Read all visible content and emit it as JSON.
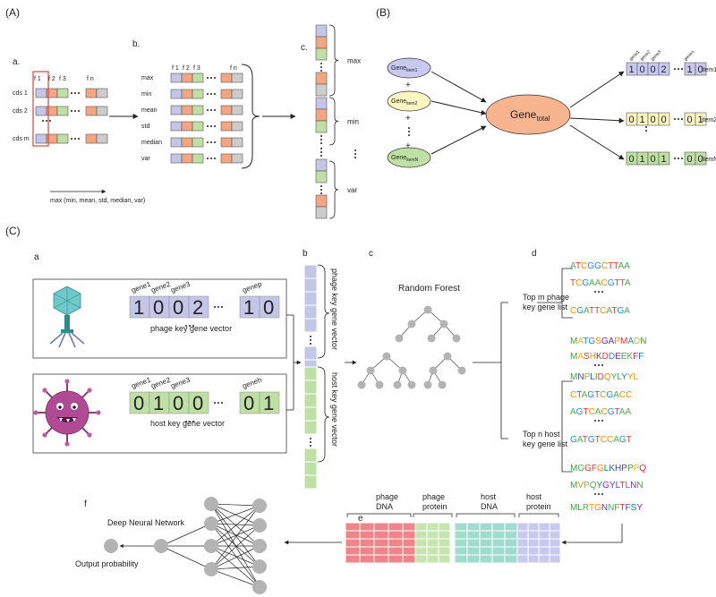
{
  "colors": {
    "purple": "#c4c6e8",
    "orange": "#f4a582",
    "green": "#bfe0a4",
    "gray": "#cccccc",
    "yellow": "#fbf6c2",
    "red_box": "#e0413c",
    "gene_total_fill": "#f6b48f",
    "dna_red": "#f0848a",
    "protein_green": "#c6e6b0",
    "dna_teal": "#9fdccf",
    "protein_lavender": "#c7c9ee",
    "node_gray": "#b3b3b3",
    "arrow": "#222222"
  },
  "panel_A": {
    "label": "(A)",
    "a": {
      "label": "a.",
      "features": [
        "f 1",
        "f 2",
        "f 3",
        "f n"
      ],
      "rows": [
        "cds 1",
        "cds 2",
        "cds m"
      ],
      "caption": "max (min, mean, std, median, var)"
    },
    "b": {
      "label": "b.",
      "features": [
        "f 1",
        "f 2",
        "f 3",
        "f n"
      ],
      "rows": [
        "max",
        "min",
        "mean",
        "std",
        "median",
        "var"
      ]
    },
    "c": {
      "label": "c.",
      "groups": [
        "max",
        "min",
        "var"
      ]
    }
  },
  "panel_B": {
    "label": "(B)",
    "items": [
      "Gene",
      "Gene",
      "Gene"
    ],
    "items_sub": [
      "item1",
      "item2",
      "itemN"
    ],
    "plus": "+",
    "total": "Gene",
    "total_sub": "total",
    "gene_headers": [
      "gene1",
      "gene2",
      "gene3",
      "genen"
    ],
    "vectors": [
      {
        "digits": [
          "1",
          "0",
          "0",
          "2"
        ],
        "tail": [
          "1",
          "0"
        ],
        "label": "item1"
      },
      {
        "digits": [
          "0",
          "1",
          "0",
          "0"
        ],
        "tail": [
          "0",
          "1"
        ],
        "label": "item2"
      },
      {
        "digits": [
          "0",
          "1",
          "0",
          "1"
        ],
        "tail": [
          "0",
          "0"
        ],
        "label": "itemN"
      }
    ]
  },
  "panel_C": {
    "label": "(C)",
    "a": {
      "label": "a",
      "phage": {
        "headers": [
          "gene1",
          "gene2",
          "gene3",
          "genep"
        ],
        "digits": [
          "1",
          "0",
          "0",
          "2"
        ],
        "tail": [
          "1",
          "0"
        ],
        "caption": "phage key gene vector"
      },
      "host": {
        "headers": [
          "gene1",
          "gene2",
          "gene3",
          "geneh"
        ],
        "digits": [
          "0",
          "1",
          "0",
          "0"
        ],
        "tail": [
          "0",
          "1"
        ],
        "caption": "host key gene vector"
      }
    },
    "b": {
      "label": "b",
      "phage_label": "phage key gene vector",
      "host_label": "host key gene vector"
    },
    "c": {
      "label": "c",
      "title": "Random Forest"
    },
    "d": {
      "label": "d",
      "phage_list": "Top m phage key gene list",
      "phage_list_l1": "Top m phage",
      "phage_list_l2": "key gene list",
      "host_list_l1": "Top n host",
      "host_list_l2": "key gene list",
      "phage_dna": [
        "ATCGGCTTAA",
        "TCGAACGTTA",
        "CGATTCATGA"
      ],
      "phage_protein": [
        "MATGSGAPMADN",
        "MASHKDDEEKFF",
        "MNPLIDQYLYYL"
      ],
      "host_dna": [
        "CTAGTCGACC",
        "AGTCACGTAA",
        "GATGTCCAGT"
      ],
      "host_protein": [
        "MGGFGLKHPPPQ",
        "MVPQYGYLTLNN",
        "MLRTGNNFTFSY"
      ]
    },
    "e": {
      "label": "e",
      "headers": [
        "phage DNA",
        "phage protein",
        "host DNA",
        "host protein"
      ],
      "headers_l1": [
        "phage",
        "phage",
        "host",
        "host"
      ],
      "headers_l2": [
        "DNA",
        "protein",
        "DNA",
        "protein"
      ]
    },
    "f": {
      "label": "f",
      "title": "Deep Neural Network",
      "output": "Output probability"
    }
  }
}
